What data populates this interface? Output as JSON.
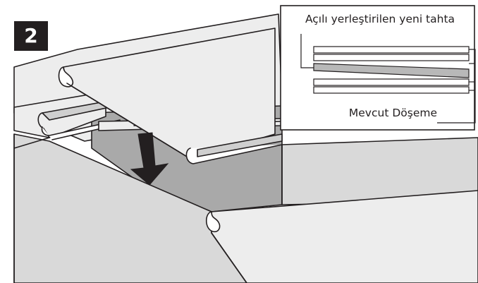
{
  "step": {
    "number": "2"
  },
  "inset": {
    "angled_board_label": "Açılı yerleştirilen yeni tahta",
    "existing_floor_label": "Mevcut Döşeme"
  },
  "colors": {
    "line": "#231f20",
    "board": "#ededed",
    "wall": "#d9d9d9",
    "cavity": "#a9a9a9",
    "slot": "#cfcfcf",
    "angled_board_fill": "#b8b8b8",
    "badge": "#231f20"
  },
  "icons": {
    "down_arrow": "arrow-down-icon"
  }
}
